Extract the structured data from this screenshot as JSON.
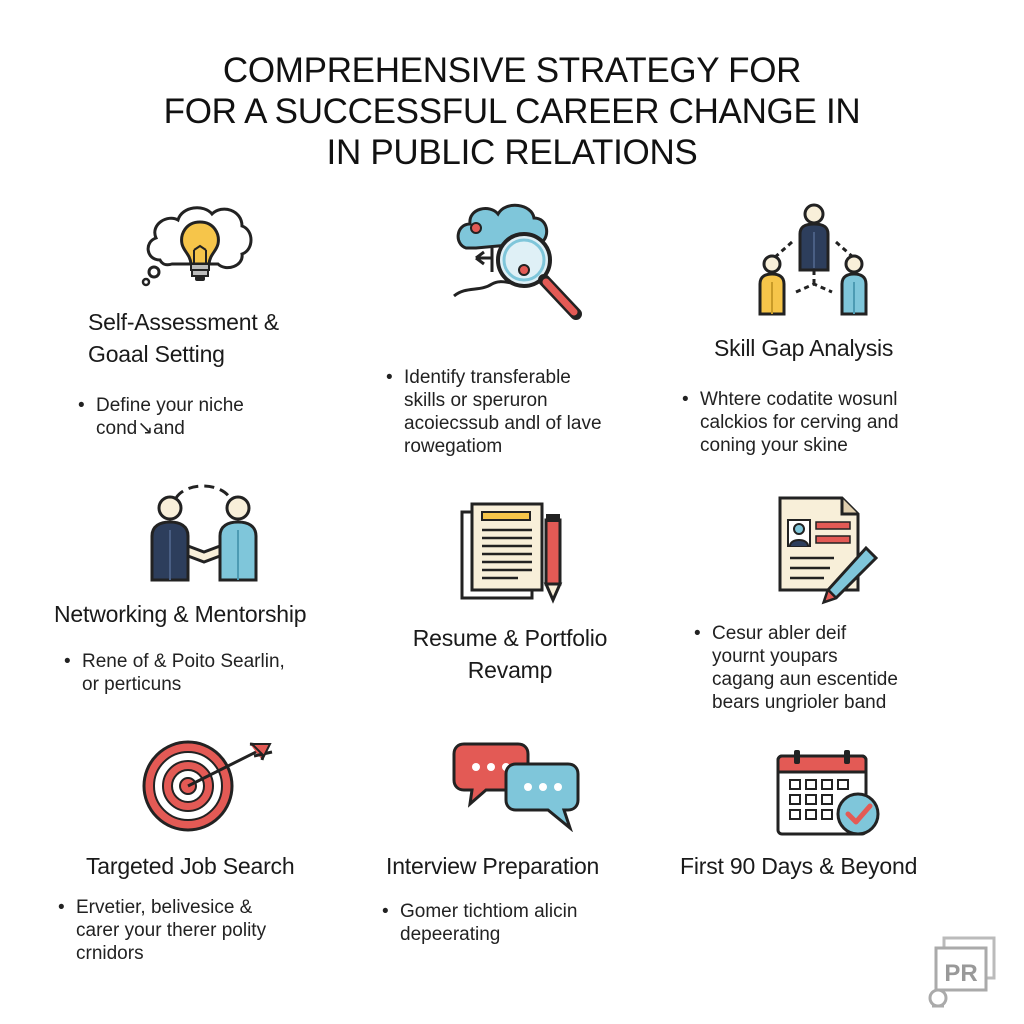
{
  "title": {
    "line1": "COMPREHENSIVE STRATEGY FOR",
    "line2": "FOR A SUCCESSFUL CAREER CHANGE IN",
    "line3": "IN PUBLIC RELATIONS"
  },
  "steps": [
    {
      "heading": [
        "Self-Assessment &",
        "Goaal Setting"
      ],
      "bullet": [
        "Define your niche",
        "cond↘and"
      ],
      "icon": "lightbulb-thought-icon"
    },
    {
      "heading": [],
      "bullet": [
        "Identify transferable",
        "skills or speruron",
        "acoiecssub andl of lave",
        "rowegatiom"
      ],
      "icon": "magnifier-tree-icon"
    },
    {
      "heading": [
        "Skill Gap Analysis"
      ],
      "bullet": [
        "Whtere codatite wosunl",
        "calckios for cerving and",
        "coning your skine"
      ],
      "icon": "team-hierarchy-icon"
    },
    {
      "heading": [
        "Networking & Mentorship"
      ],
      "bullet": [
        "Rene of & Poito Searlin,",
        "or perticuns"
      ],
      "icon": "handshake-people-icon"
    },
    {
      "heading": [
        "Resume & Portfolio",
        "Revamp"
      ],
      "bullet": [],
      "icon": "documents-pen-icon"
    },
    {
      "heading": [],
      "bullet": [
        "Cesur abler deif",
        "yournt youpars",
        "cagang aun escentide",
        "bears ungrioler band"
      ],
      "icon": "profile-document-icon"
    },
    {
      "heading": [
        "Targeted Job Search"
      ],
      "bullet": [
        "Ervetier, belivesice &",
        "carer your therer polity",
        "crnidors"
      ],
      "icon": "target-arrow-icon"
    },
    {
      "heading": [
        "Interview Preparation"
      ],
      "bullet": [
        "Gomer tichtiom alicin",
        "depeerating"
      ],
      "icon": "speech-bubbles-icon"
    },
    {
      "heading": [
        "First 90 Days & Beyond"
      ],
      "bullet": [],
      "icon": "calendar-check-icon"
    }
  ],
  "logo": {
    "text": "PR"
  },
  "colors": {
    "red": "#e35a55",
    "blue": "#7fc6da",
    "navy": "#2d3e5c",
    "yellow": "#f6c54a",
    "cream": "#f8efd9"
  }
}
